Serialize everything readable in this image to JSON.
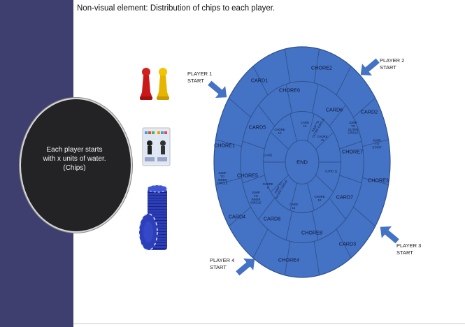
{
  "header": {
    "title": "Non-visual element: Distribution of chips to each player."
  },
  "bubble": {
    "text": "Each player starts\nwith x units of water.\n(Chips)"
  },
  "players": [
    {
      "label": "PLAYER 1\nSTART"
    },
    {
      "label": "PLAYER 2\nSTART"
    },
    {
      "label": "PLAYER 3\nSTART"
    },
    {
      "label": "PLAYER 4\nSTART"
    }
  ],
  "board": {
    "center_label": "END",
    "outer_ring": [
      "CHORE2",
      "CARD2",
      "CHORE3",
      "CARD7",
      "CARD3",
      "CHORE8",
      "CHORE4",
      "CARD8",
      "CARD4",
      "CHORE5",
      "CHORE1",
      "CARD5",
      "CARD1",
      "CHORE6",
      "CARD6",
      "CHORE7"
    ],
    "middle_small": [
      "JUMP\nTO\nOUTER\nCIRCLE",
      "JUMP\nTO\nSTART",
      "JUMP\nTO\nINNER\nCIRCLE",
      "JUMP\nTO\nINNER\nCIRCLE"
    ],
    "inner_ring": [
      "CARD\n10",
      "JUMP TO\nOUTER CIRCLE",
      "CHORE\n11",
      "CARD 11",
      "CHORE\n12",
      "CARD\n12",
      "JUMP TO\nOUTER CIRCLE",
      "CHORE\n9",
      "CARD",
      "CHORE\n10"
    ]
  },
  "colors": {
    "board_fill": "#4472c4",
    "board_line": "#2f528f",
    "arrow": "#4472c4",
    "sidebar": "#3e3f6e",
    "bubble": "#232325",
    "chip": "#2c3fb8"
  },
  "icons": {
    "pawns": "game-pawns-icon",
    "cards": "card-deck-icon",
    "chips": "poker-chips-icon"
  }
}
